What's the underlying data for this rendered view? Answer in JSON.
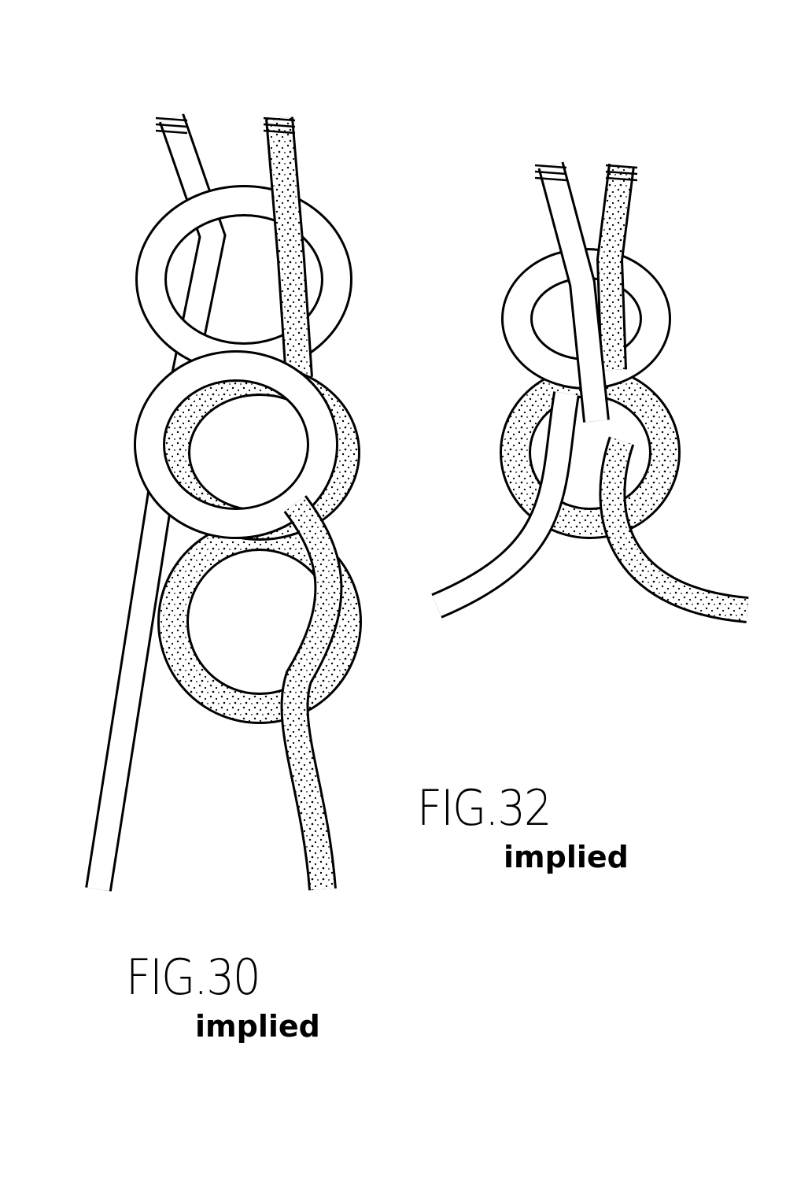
{
  "figures": [
    {
      "label": "FIG.30",
      "caption": "implied"
    },
    {
      "label": "FIG.32",
      "caption": "implied"
    }
  ],
  "colors": {
    "ink": "#000000",
    "paper": "#ffffff"
  }
}
